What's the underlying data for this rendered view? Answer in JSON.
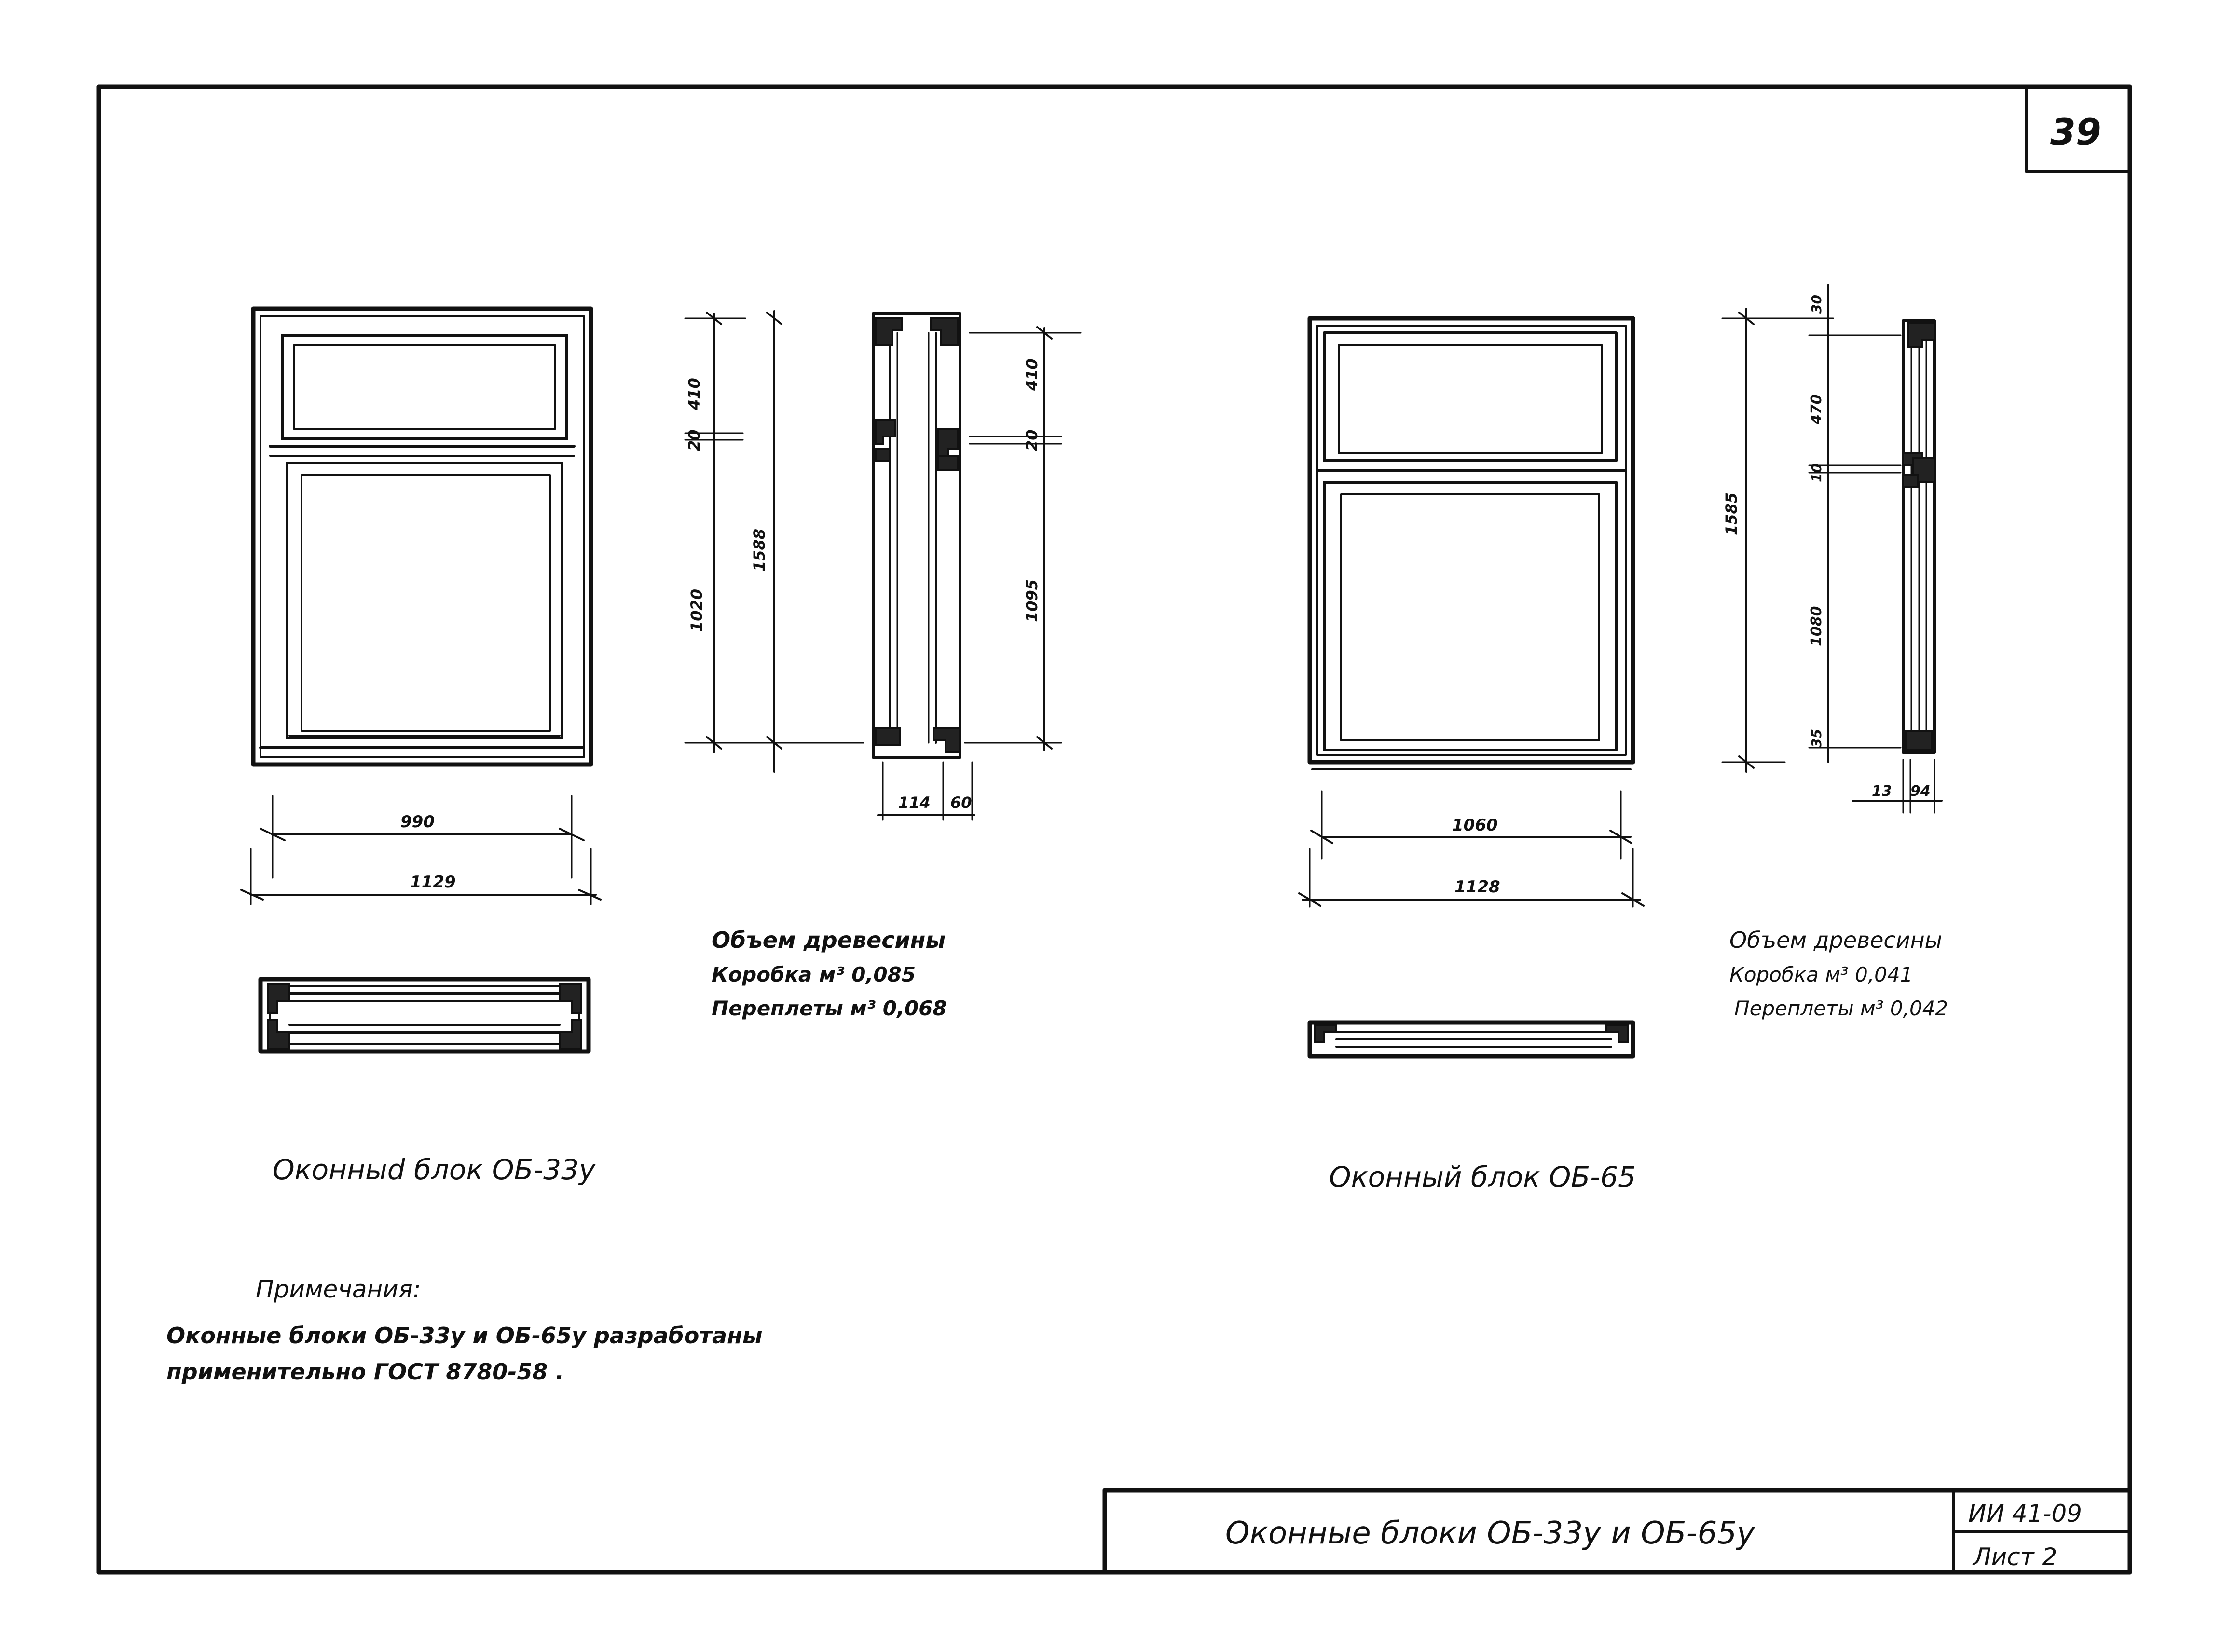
{
  "sheet_number": "39",
  "left_block": {
    "caption": "Оконныd блок ОБ-33у",
    "width_inner": "990",
    "width_outer": "1129",
    "height_total": "1588",
    "height_top": "410",
    "height_gap": "20",
    "height_bottom": "1020",
    "section_height_top": "410",
    "section_height_gap": "20",
    "section_height_bottom": "1095",
    "section_depth_a": "114",
    "section_depth_b": "60",
    "wood_title": "Объем древесины",
    "wood_box": "Коробка м³  0,085",
    "wood_sash": "Переплеты м³  0,068"
  },
  "right_block": {
    "caption": "Оконный блок ОБ-65",
    "width_inner": "1060",
    "width_outer": "1128",
    "height_total": "1585",
    "section_top": "30",
    "section_upper": "470",
    "section_gap": "10",
    "section_lower": "1080",
    "section_bottom": "35",
    "section_depth_a": "13",
    "section_depth_b": "94",
    "wood_title": "Объем древесины",
    "wood_box": "Коробка м³  0,041",
    "wood_sash": "Переплеты м³  0,042"
  },
  "notes": {
    "title": "Примечания:",
    "line1": "Оконные блоки ОБ-33у и ОБ-65у разработаны",
    "line2": "применительно ГОСТ 8780-58 ."
  },
  "title_block": {
    "title": "Оконные блоки  ОБ-33у  и  ОБ-65у",
    "code": "ИИ 41-09",
    "sheet": "Лист 2"
  }
}
